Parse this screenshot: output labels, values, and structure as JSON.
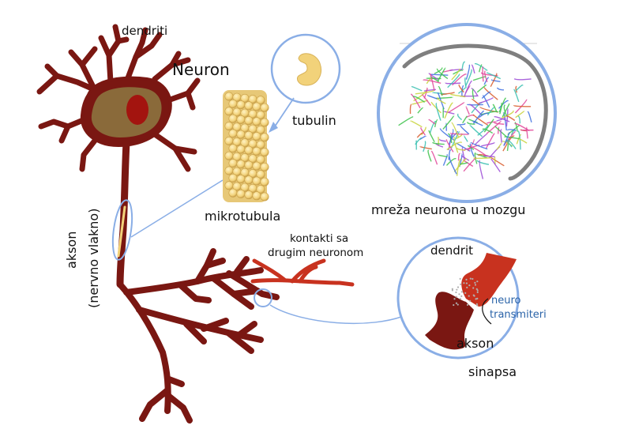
{
  "labels": {
    "dendrites": "dendriti",
    "neuron": "Neuron",
    "tubulin": "tubulin",
    "microtubule": "mikrotubula",
    "brain_network": "mreža neurona u mozgu",
    "axon": "akson",
    "axon_sub": "(nervno vlakno)",
    "contacts_line1": "kontakti sa",
    "contacts_line2": "drugim neuronom",
    "dendrite": "dendrit",
    "neuro_line1": "neuro",
    "neuro_line2": "transmiteri",
    "synapse_axon": "akson",
    "synapse": "sinapsa"
  },
  "colors": {
    "neuron_fill": "#7a1712",
    "soma_fill": "#8a6a3a",
    "nucleus": "#a3140f",
    "dendrite_red": "#c8321f",
    "circle_blue": "#8aaee6",
    "tubulin_yellow": "#f2d27a",
    "transmitter_blue": "#2a63a8"
  }
}
